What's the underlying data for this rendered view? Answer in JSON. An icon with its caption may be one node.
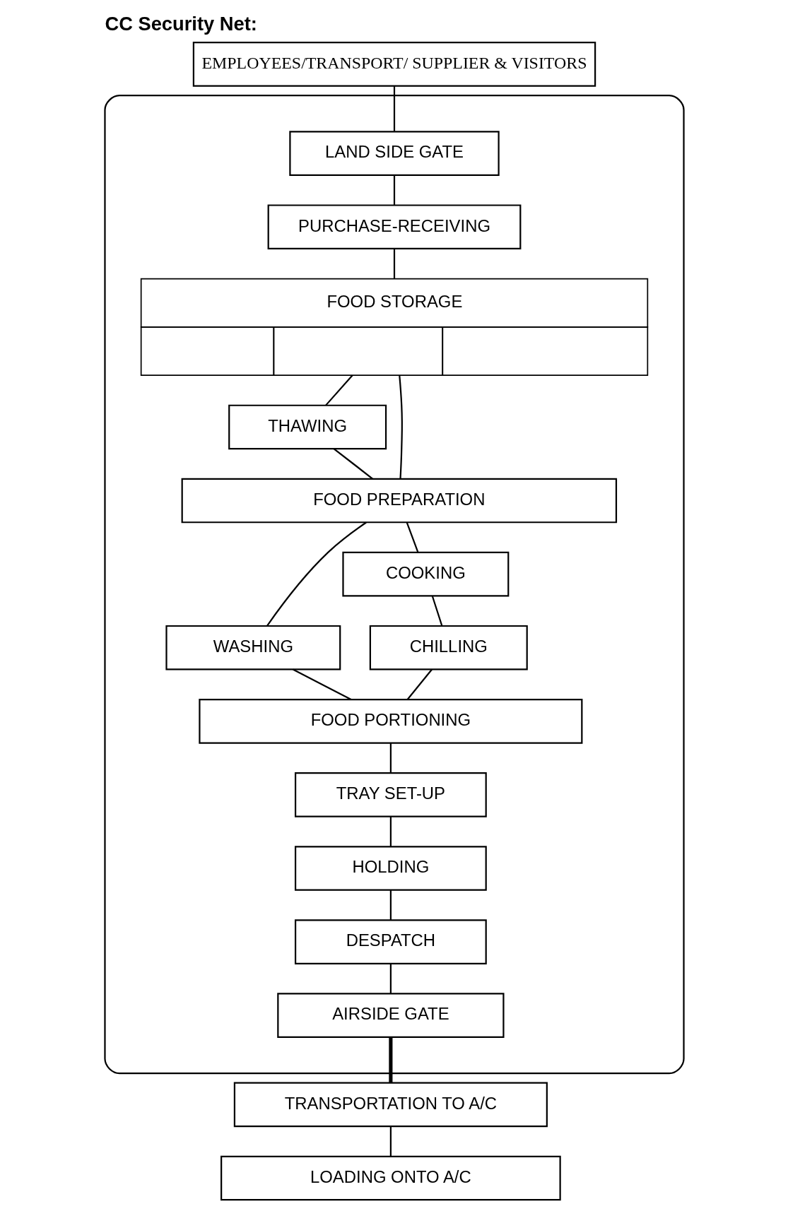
{
  "diagram": {
    "title": "CC Security Net:",
    "nodes": [
      {
        "text": [
          "EMPLOYEES/TRANSPORT/ SUPPLIER & VISITORS"
        ]
      },
      {
        "text": [],
        "shape": "ellipse"
      },
      {
        "text": [
          "LAND SIDE GATE"
        ],
        "in": 1
      },
      {
        "text": [
          "PURCHASE-RECEIVING"
        ],
        "in": 1
      },
      {
        "text": [
          "FOOD STORAGE"
        ],
        "in": 1
      },
      {
        "text": [
          "THAWING"
        ],
        "in": 1
      },
      {
        "text": [
          "FOOD PREPARATION"
        ],
        "in": 1
      },
      {
        "text": [
          "WASHING"
        ],
        "in": 1
      },
      {
        "text": [
          "COOKING"
        ],
        "in": 1
      },
      {
        "text": [
          "CHILLING"
        ],
        "in": 1
      },
      {
        "text": [
          "FOOD PORTIONING"
        ],
        "in": 1
      },
      {
        "text": [
          "TRAY SET-UP"
        ],
        "in": 1
      },
      {
        "text": [
          "HOLDING"
        ],
        "in": 1
      },
      {
        "text": [
          "DESPATCH"
        ],
        "in": 1
      },
      {
        "text": [
          "AIRSIDE GATE"
        ],
        "in": 1
      },
      {
        "text": [
          "TRANSPORTATION TO A/C"
        ]
      },
      {
        "text": [
          "LOADING ONTO A/C"
        ]
      }
    ],
    "edges": [
      {
        "from": 0,
        "to": 2,
        "arrow": "none"
      },
      {
        "from": 2,
        "to": 3,
        "arrow": "none"
      },
      {
        "from": 3,
        "to": 4,
        "arrow": "none"
      },
      {
        "from": 4,
        "to": 5,
        "arrow": "none"
      },
      {
        "from": 4,
        "to": 6,
        "arrow": "none"
      },
      {
        "from": 5,
        "to": 6,
        "arrow": "none"
      },
      {
        "from": 6,
        "to": 7,
        "arrow": "none"
      },
      {
        "from": 6,
        "to": 8,
        "arrow": "none"
      },
      {
        "from": 8,
        "to": 9,
        "arrow": "none"
      },
      {
        "from": 7,
        "to": 10,
        "arrow": "none"
      },
      {
        "from": 9,
        "to": 10,
        "arrow": "none"
      },
      {
        "from": 10,
        "to": 11,
        "arrow": "none"
      },
      {
        "from": 11,
        "to": 12,
        "arrow": "none"
      },
      {
        "from": 12,
        "to": 13,
        "arrow": "none"
      },
      {
        "from": 13,
        "to": 14,
        "arrow": "none"
      },
      {
        "from": 14,
        "to": 15,
        "arrow": "none",
        "style": "thick"
      },
      {
        "from": 15,
        "to": 16,
        "arrow": "none"
      }
    ]
  }
}
